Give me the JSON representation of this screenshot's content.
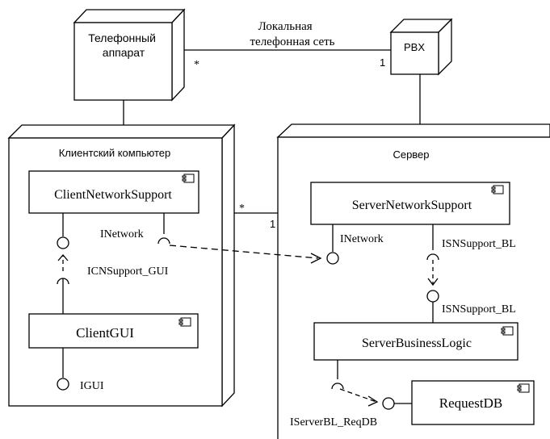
{
  "nodes": {
    "phone": "Телефонный\nаппарат",
    "pbx": "PBX",
    "client": "Клиентский компьютер",
    "server": "Сервер"
  },
  "link_phone_pbx": {
    "label": "Локальная\nтелефонная сеть",
    "mult_phone": "*",
    "mult_pbx": "1"
  },
  "link_client_server": {
    "mult_client": "*",
    "mult_server": "1"
  },
  "components": {
    "client_network_support": "ClientNetworkSupport",
    "client_gui": "ClientGUI",
    "server_network_support": "ServerNetworkSupport",
    "server_business_logic": "ServerBusinessLogic",
    "request_db": "RequestDB"
  },
  "interfaces": {
    "client_inetwork": "INetwork",
    "icnsupport_gui": "ICNSupport_GUI",
    "igui": "IGUI",
    "server_inetwork": "INetwork",
    "isnsupport_bl_req": "ISNSupport_BL",
    "isnsupport_bl_prov": "ISNSupport_BL",
    "iserverbl_reqdb": "IServerBL_ReqDB"
  }
}
